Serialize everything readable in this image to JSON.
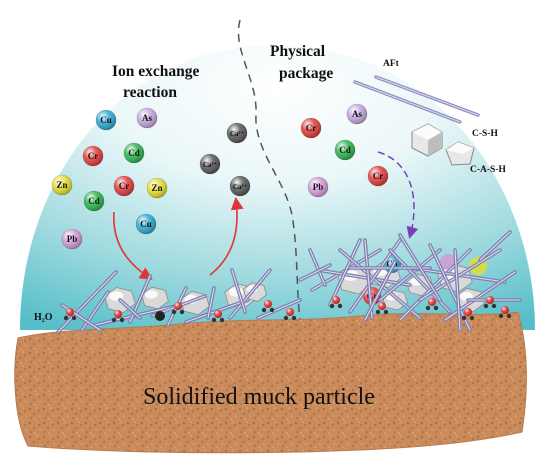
{
  "headings": {
    "ion_exchange_line1": "Ion exchange",
    "ion_exchange_line2": "reaction",
    "physical_line1": "Physical",
    "physical_line2": "package"
  },
  "labels": {
    "aft": "AFt",
    "csh": "C-S-H",
    "cash": "C-A-S-H",
    "water": "H₂O",
    "base": "Solidified muck particle"
  },
  "ions": [
    {
      "symbol": "Cu",
      "color": "#29a8cf"
    },
    {
      "symbol": "As",
      "color": "#c3a5dc"
    },
    {
      "symbol": "Cr",
      "color": "#e23a3a"
    },
    {
      "symbol": "Cd",
      "color": "#2bb34a"
    },
    {
      "symbol": "Zn",
      "color": "#e3dd2d"
    },
    {
      "symbol": "Cr",
      "color": "#e23a3a"
    },
    {
      "symbol": "Zn",
      "color": "#e3dd2d"
    },
    {
      "symbol": "Cd",
      "color": "#2bb34a"
    },
    {
      "symbol": "Cu",
      "color": "#29a8cf"
    },
    {
      "symbol": "Pb",
      "color": "#d29ad6"
    },
    {
      "symbol": "Ca²⁺",
      "color": "#555555"
    },
    {
      "symbol": "Ca²⁺",
      "color": "#555555"
    },
    {
      "symbol": "Ca²⁺",
      "color": "#555555"
    },
    {
      "symbol": "Cr",
      "color": "#e23a3a"
    },
    {
      "symbol": "As",
      "color": "#c3a5dc"
    },
    {
      "symbol": "Cd",
      "color": "#2bb34a"
    },
    {
      "symbol": "Cr",
      "color": "#e23a3a"
    },
    {
      "symbol": "Pb",
      "color": "#d29ad6"
    }
  ],
  "embedded": [
    {
      "symbol": "Cu",
      "color": "#29a8cf"
    },
    {
      "symbol": "Cr",
      "color": "#e23a3a"
    }
  ],
  "colors": {
    "background_top": "#ffffff",
    "background_bottom": "#5cc3cc",
    "particle": "#c98b5b",
    "needle": "#a9a9cc",
    "reaction_arrow": "#e03535",
    "package_arrow": "#7a3fb8",
    "divider": "#555555"
  }
}
